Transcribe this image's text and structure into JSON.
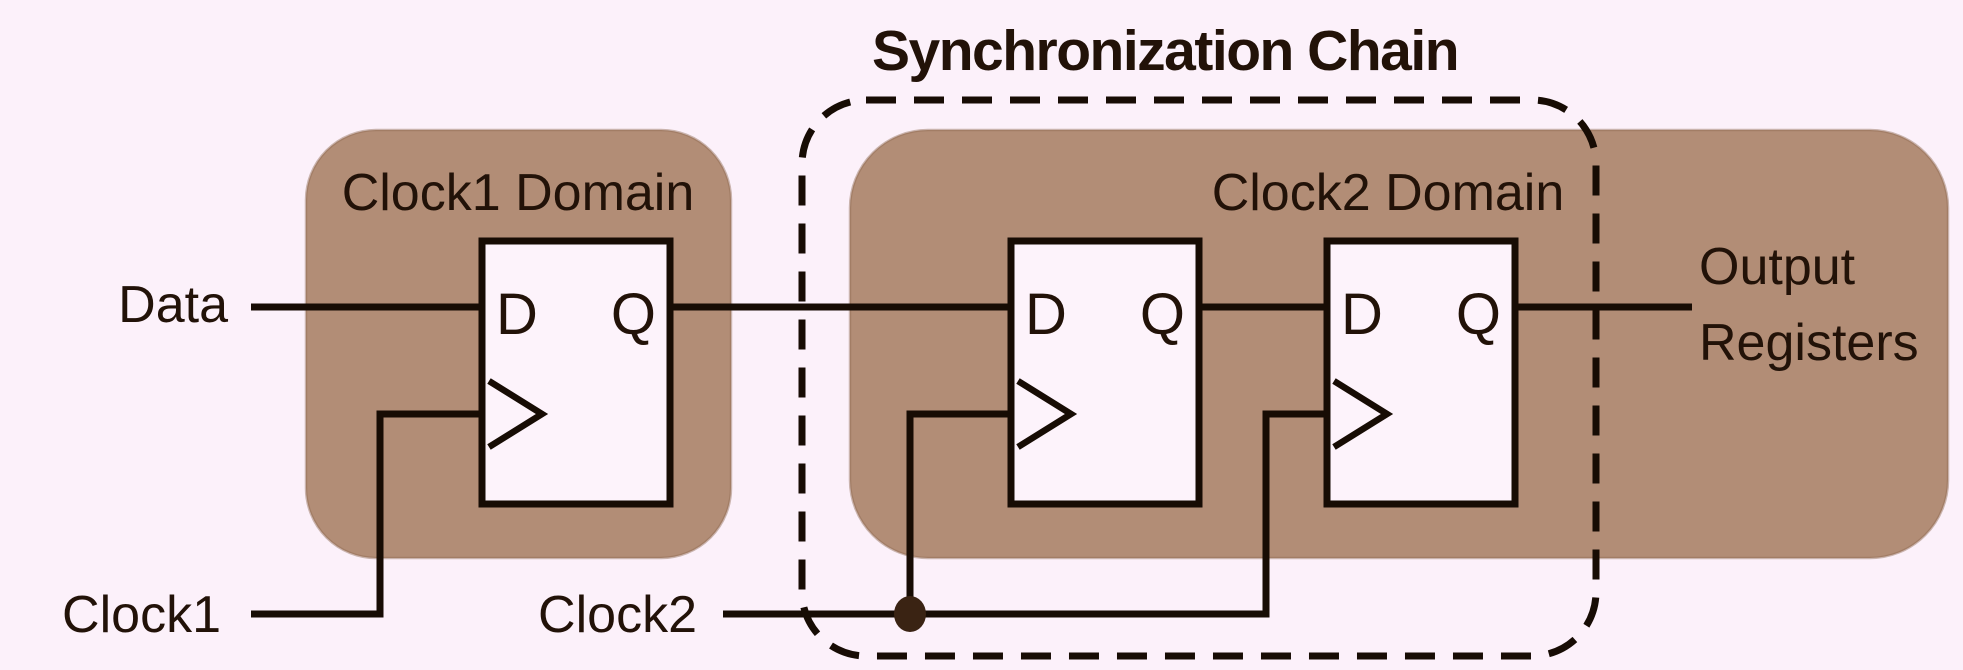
{
  "title": "Synchronization Chain",
  "domains": {
    "clock1_label": "Clock1 Domain",
    "clock2_label": "Clock2 Domain"
  },
  "signals": {
    "data_label": "Data",
    "clock1_label": "Clock1",
    "clock2_label": "Clock2"
  },
  "output": {
    "line1": "Output",
    "line2": "Registers"
  },
  "flipflops": [
    {
      "d": "D",
      "q": "Q"
    },
    {
      "d": "D",
      "q": "Q"
    },
    {
      "d": "D",
      "q": "Q"
    }
  ],
  "colors": {
    "bg": "#fcf1fa",
    "domain_fill": "#b28d76",
    "domain_edge": "#8f6b52",
    "ink": "#170c04",
    "text": "#221208",
    "dot": "#3a2313",
    "ff_fill": "#fdf3fb"
  }
}
